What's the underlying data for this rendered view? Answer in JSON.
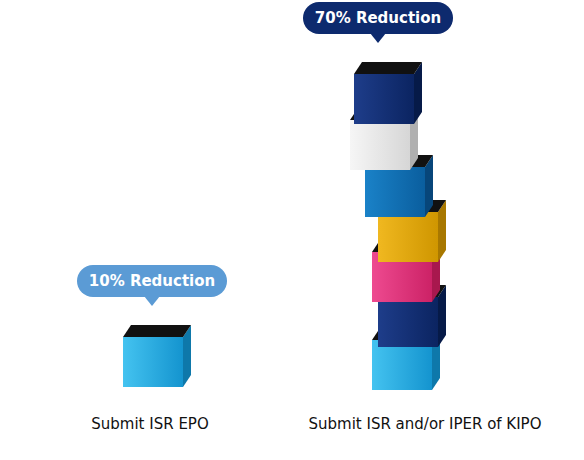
{
  "diagram": {
    "nodes": [
      {
        "text": [
          "10% Reduction"
        ]
      },
      {
        "text": [
          "70% Reduction"
        ]
      }
    ],
    "labels": [
      "Submit ISR EPO",
      "Submit ISR and/or IPER of KIPO"
    ]
  }
}
